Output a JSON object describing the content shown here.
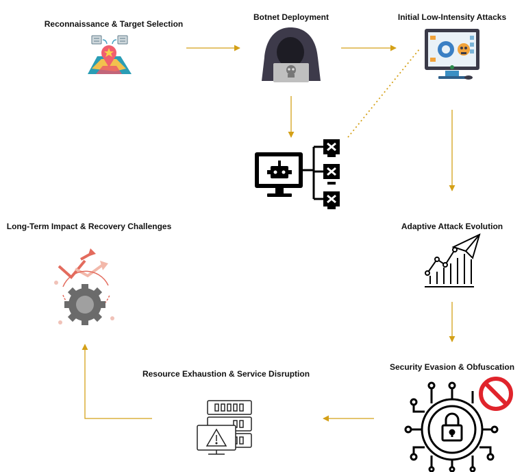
{
  "colors": {
    "connector": "#d4a017",
    "dotted": "#d4a017",
    "forbidden": "#e0242c",
    "gear": "#6b6b6b",
    "cycle": "#e05a50"
  },
  "stages": [
    {
      "label": "Reconnaissance & Target Selection",
      "icon": "map-pin-icon"
    },
    {
      "label": "Botnet Deployment",
      "icon": "hooded-hacker-icon"
    },
    {
      "label": "Initial Low-Intensity Attacks",
      "icon": "monitor-malware-icon"
    },
    {
      "label": "Adaptive Attack Evolution",
      "icon": "rising-chart-icon"
    },
    {
      "label": "Security Evasion & Obfuscation",
      "icon": "lock-circuit-icon"
    },
    {
      "label": "Resource Exhaustion & Service Disruption",
      "icon": "server-alert-icon"
    },
    {
      "label": "Long-Term Impact & Recovery Challenges",
      "icon": "gear-recovery-icon"
    }
  ],
  "botnet_icon": "robot-network-icon"
}
